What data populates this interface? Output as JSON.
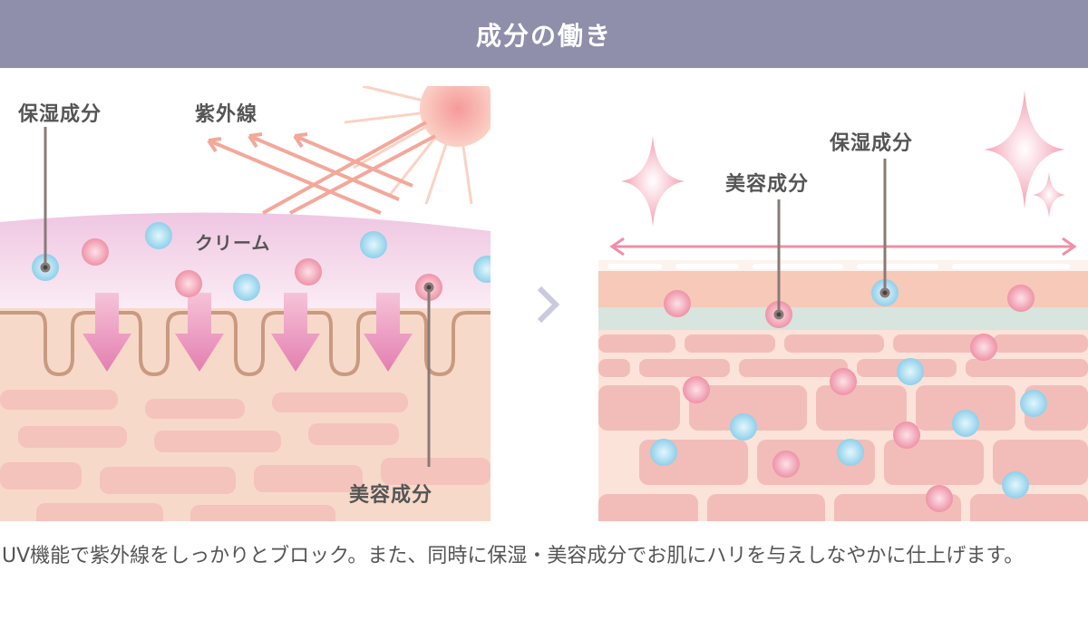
{
  "header": {
    "title": "成分の働き"
  },
  "left_panel": {
    "labels": {
      "moisture": "保湿成分",
      "uv": "紫外線",
      "cream": "クリーム",
      "beauty": "美容成分"
    }
  },
  "right_panel": {
    "labels": {
      "beauty": "美容成分",
      "moisture": "保湿成分"
    }
  },
  "caption": "UV機能で紫外線をしっかりとブロック。また、同時に保湿・美容成分でお肌にハリを与えしなやかに仕上げます。",
  "colors": {
    "header": "#8f8fab",
    "moisture_dot": "#a9dcef",
    "beauty_dot": "#f3a5b5",
    "arrow": "#e98fb8",
    "skin": "#f6d7c6"
  }
}
